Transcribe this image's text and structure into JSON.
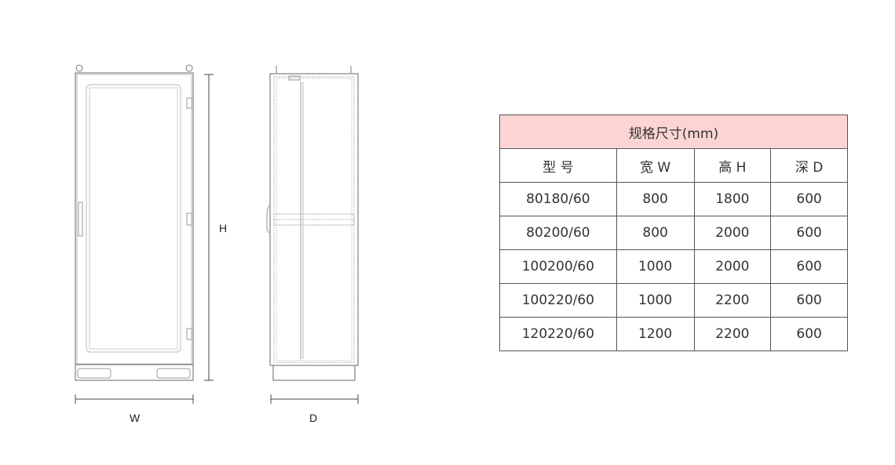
{
  "drawing": {
    "front_view": {
      "width_label": "W",
      "height_label": "H"
    },
    "side_view": {
      "depth_label": "D"
    }
  },
  "spec_table": {
    "title": "规格尺寸(mm)",
    "headers": [
      "型 号",
      "宽 W",
      "高 H",
      "深 D"
    ],
    "rows": [
      [
        "80180/60",
        "800",
        "1800",
        "600"
      ],
      [
        "80200/60",
        "800",
        "2000",
        "600"
      ],
      [
        "100200/60",
        "1000",
        "2000",
        "600"
      ],
      [
        "100220/60",
        "1000",
        "2200",
        "600"
      ],
      [
        "120220/60",
        "1200",
        "2200",
        "600"
      ]
    ],
    "header_color": "#fdd4d4"
  }
}
